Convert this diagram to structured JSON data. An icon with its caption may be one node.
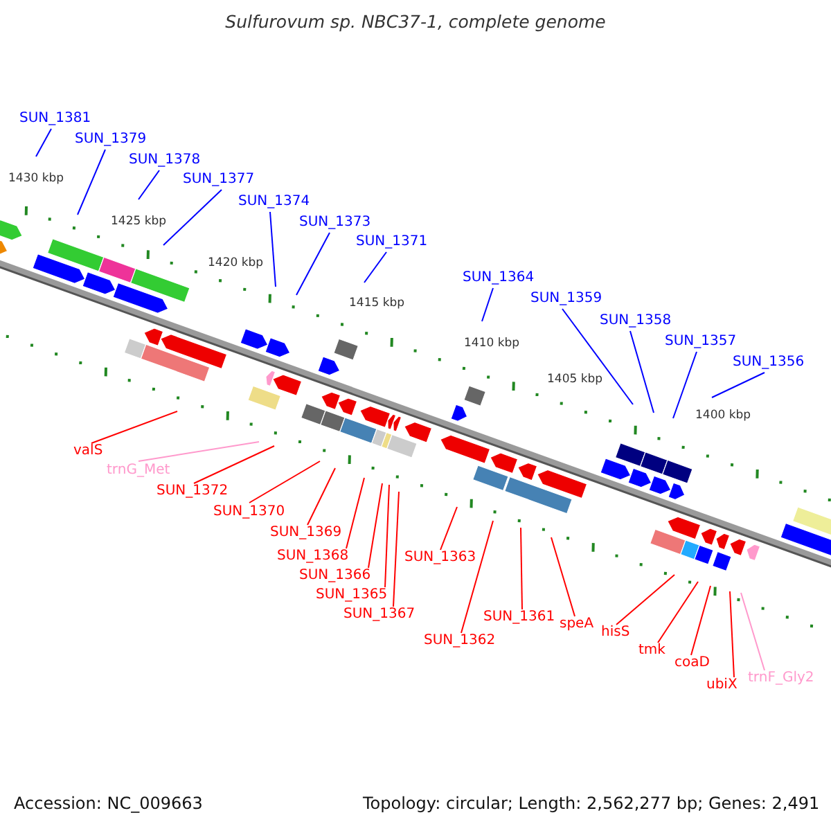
{
  "diagram": {
    "title": "Sulfurovum sp. NBC37-1, complete genome",
    "nodes": [
      {
        "text": [
          "SUN_1381"
        ]
      },
      {
        "text": [
          "SUN_1379"
        ]
      },
      {
        "text": [
          "SUN_1378"
        ]
      },
      {
        "text": [
          "SUN_1377"
        ]
      },
      {
        "text": [
          "SUN_1374"
        ]
      },
      {
        "text": [
          "SUN_1373"
        ]
      },
      {
        "text": [
          "SUN_1371"
        ]
      },
      {
        "text": [
          "SUN_1364"
        ]
      },
      {
        "text": [
          "SUN_1359"
        ]
      },
      {
        "text": [
          "SUN_1358"
        ]
      },
      {
        "text": [
          "SUN_1357"
        ]
      },
      {
        "text": [
          "SUN_1356"
        ]
      },
      {
        "text": [
          "valS"
        ]
      },
      {
        "text": [
          "trnG_Met"
        ]
      },
      {
        "text": [
          "SUN_1372"
        ]
      },
      {
        "text": [
          "SUN_1370"
        ]
      },
      {
        "text": [
          "SUN_1369"
        ]
      },
      {
        "text": [
          "SUN_1368"
        ]
      },
      {
        "text": [
          "SUN_1366"
        ]
      },
      {
        "text": [
          "SUN_1365"
        ]
      },
      {
        "text": [
          "SUN_1367"
        ]
      },
      {
        "text": [
          "SUN_1363"
        ]
      },
      {
        "text": [
          "SUN_1362"
        ]
      },
      {
        "text": [
          "SUN_1361"
        ]
      },
      {
        "text": [
          "speA"
        ]
      },
      {
        "text": [
          "hisS"
        ]
      },
      {
        "text": [
          "tmk"
        ]
      },
      {
        "text": [
          "coaD"
        ]
      },
      {
        "text": [
          "ubiX"
        ]
      },
      {
        "text": [
          "trnF_Gly2"
        ]
      }
    ],
    "edges": [
      {
        "from": 0,
        "to": null,
        "arrow": "none",
        "color": "#0000ff"
      },
      {
        "from": 1,
        "to": null,
        "arrow": "none",
        "color": "#0000ff"
      },
      {
        "from": 2,
        "to": null,
        "arrow": "none",
        "color": "#0000ff"
      },
      {
        "from": 3,
        "to": null,
        "arrow": "none",
        "color": "#0000ff"
      },
      {
        "from": 4,
        "to": null,
        "arrow": "none",
        "color": "#0000ff"
      },
      {
        "from": 5,
        "to": null,
        "arrow": "none",
        "color": "#0000ff"
      },
      {
        "from": 6,
        "to": null,
        "arrow": "none",
        "color": "#0000ff"
      },
      {
        "from": 7,
        "to": null,
        "arrow": "none",
        "color": "#0000ff"
      },
      {
        "from": 8,
        "to": null,
        "arrow": "none",
        "color": "#0000ff"
      },
      {
        "from": 9,
        "to": null,
        "arrow": "none",
        "color": "#0000ff"
      },
      {
        "from": 10,
        "to": null,
        "arrow": "none",
        "color": "#0000ff"
      },
      {
        "from": 11,
        "to": null,
        "arrow": "none",
        "color": "#0000ff"
      },
      {
        "from": 12,
        "to": null,
        "arrow": "none"
      },
      {
        "from": 13,
        "to": null,
        "arrow": "none",
        "color": "#ff99cc"
      },
      {
        "from": 14,
        "to": null,
        "arrow": "none"
      },
      {
        "from": 15,
        "to": null,
        "arrow": "none"
      },
      {
        "from": 16,
        "to": null,
        "arrow": "none"
      },
      {
        "from": 17,
        "to": null,
        "arrow": "none"
      },
      {
        "from": 18,
        "to": null,
        "arrow": "none"
      },
      {
        "from": 19,
        "to": null,
        "arrow": "none"
      },
      {
        "from": 20,
        "to": null,
        "arrow": "none"
      },
      {
        "from": 21,
        "to": null,
        "arrow": "none"
      },
      {
        "from": 22,
        "to": null,
        "arrow": "none"
      },
      {
        "from": 23,
        "to": null,
        "arrow": "none"
      },
      {
        "from": 24,
        "to": null,
        "arrow": "none"
      },
      {
        "from": 25,
        "to": null,
        "arrow": "none"
      },
      {
        "from": 26,
        "to": null,
        "arrow": "none"
      },
      {
        "from": 27,
        "to": null,
        "arrow": "none"
      },
      {
        "from": 28,
        "to": null,
        "arrow": "none"
      },
      {
        "from": 29,
        "to": null,
        "arrow": "none",
        "color": "#ff99cc"
      }
    ],
    "labels": [
      "1430 kbp",
      "1425 kbp",
      "1420 kbp",
      "1415 kbp",
      "1410 kbp",
      "1405 kbp",
      "1400 kbp",
      "Accession: NC_009663",
      "Topology: circular; Length: 2,562,277 bp; Genes: 2,491"
    ]
  }
}
